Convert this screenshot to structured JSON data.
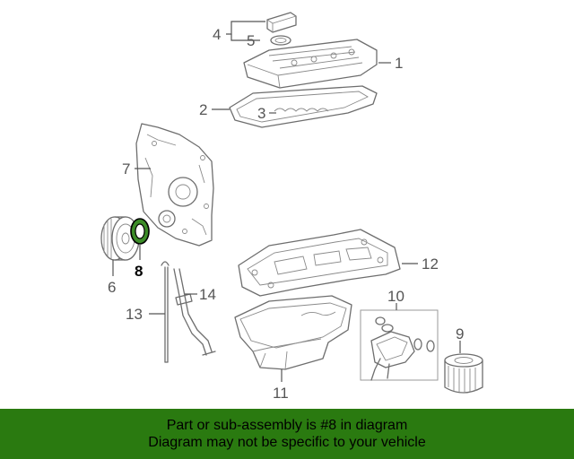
{
  "colors": {
    "banner_background": "#2a7a10",
    "highlight_part_fill": "#3c8c28",
    "line_art": "#6e6e6e",
    "callout_text": "#555555"
  },
  "highlighted_part": "8",
  "callouts": {
    "c1": "1",
    "c2": "2",
    "c3": "3",
    "c4": "4",
    "c5": "5",
    "c6": "6",
    "c7": "7",
    "c8": "8",
    "c9": "9",
    "c10": "10",
    "c11": "11",
    "c12": "12",
    "c13": "13",
    "c14": "14"
  },
  "banner": {
    "line1": "Part or sub-assembly is #8 in diagram",
    "line2": "Diagram may not be specific to your vehicle"
  }
}
